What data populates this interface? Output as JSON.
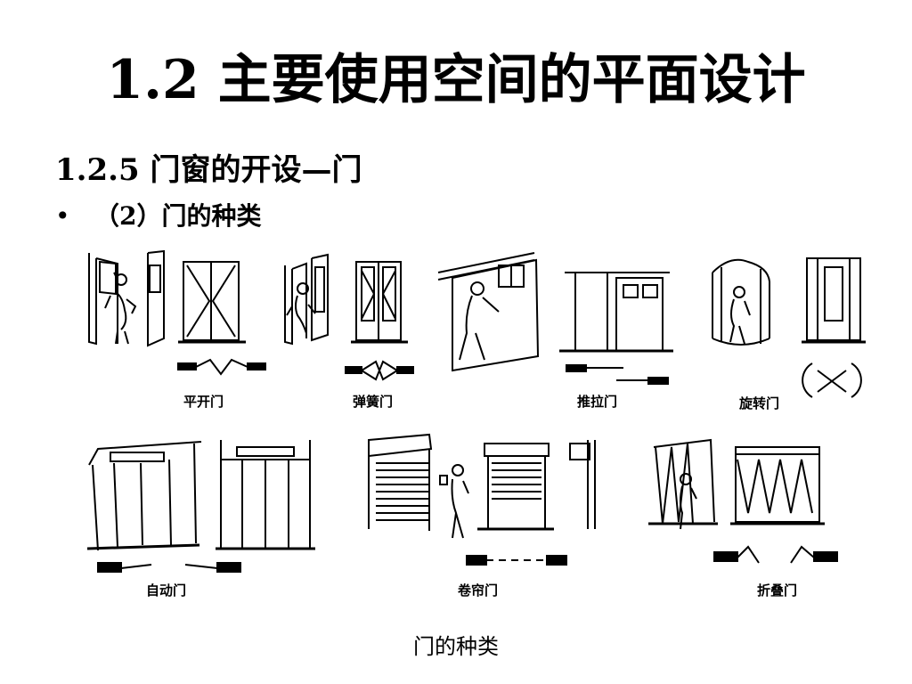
{
  "slide": {
    "title": "1.2 主要使用空间的平面设计",
    "subheading": "1.2.5  门窗的开设—门",
    "bullet_marker": "•",
    "bullet_text": "（2）门的种类",
    "caption": "门的种类"
  },
  "figure": {
    "door_types": [
      {
        "label": "平开门"
      },
      {
        "label": "弹簧门"
      },
      {
        "label": "推拉门"
      },
      {
        "label": "旋转门"
      },
      {
        "label": "自动门"
      },
      {
        "label": "卷帘门"
      },
      {
        "label": "折叠门"
      }
    ]
  }
}
